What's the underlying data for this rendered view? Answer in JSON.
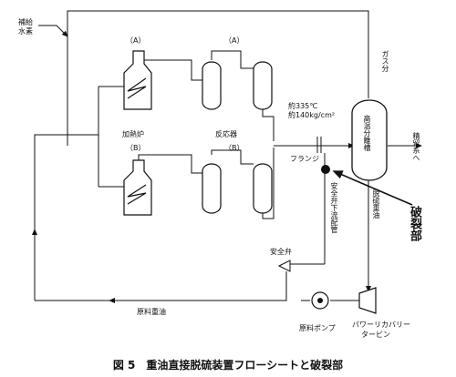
{
  "labels": {
    "makeup_hydrogen": [
      "補給",
      "水素"
    ],
    "furnace_a": "（A）",
    "reactor_a": "（A）",
    "furnace_b": "（B）",
    "reactor_b": "（B）",
    "furnace": "加熱炉",
    "reactor": "反応器",
    "gas": "ガス分",
    "conditions": [
      "約335℃",
      "約140kg/cm²"
    ],
    "flange": "フランジ",
    "separator": "高温分離槽",
    "to_fractionation": "精留系へ",
    "desulf_oil": "脱硫重油",
    "relief_pipe": "安全弁下流配管",
    "rupture": "破裂部",
    "relief_valve": "安全弁",
    "feed_oil": "原料重油",
    "feed_pump": "原料ポンプ",
    "power_recovery": [
      "パワーリカバリー",
      "タービン"
    ]
  },
  "caption": "図 5　重油直接脱硫装置フローシートと破裂部"
}
